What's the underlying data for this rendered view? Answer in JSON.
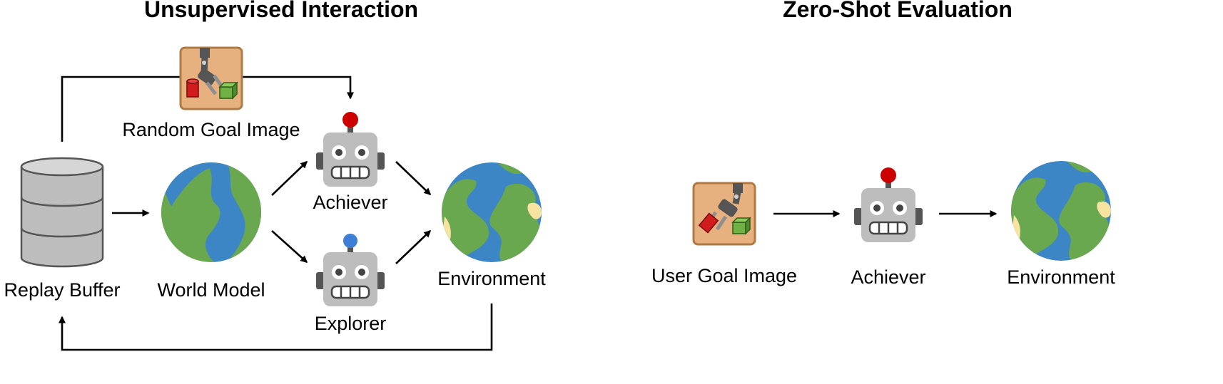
{
  "diagram": {
    "sections": {
      "left_title": "Unsupervised Interaction",
      "right_title": "Zero-Shot Evaluation"
    },
    "nodes": {
      "replay_buffer": "Replay Buffer",
      "world_model": "World Model",
      "random_goal_image": "Random Goal Image",
      "achiever": "Achiever",
      "explorer": "Explorer",
      "environment": "Environment",
      "user_goal_image": "User Goal Image",
      "eval_achiever": "Achiever",
      "eval_environment": "Environment"
    },
    "colors": {
      "ocean": "#3d86c6",
      "land": "#6aa84f",
      "sand": "#f6e3a1",
      "robot_body": "#bdbdbd",
      "robot_dark": "#555555",
      "achiever_antenna": "#cc0000",
      "explorer_antenna": "#3d7fd6",
      "goal_tile": "#e6b17e",
      "goal_tile_border": "#b07a45",
      "cylinder_red": "#d01c1c",
      "cube_green": "#6fb144"
    },
    "icons": [
      "database-icon",
      "world-model-globe-icon",
      "goal-image-robot-arm-icon",
      "robot-icon",
      "earth-icon"
    ]
  }
}
